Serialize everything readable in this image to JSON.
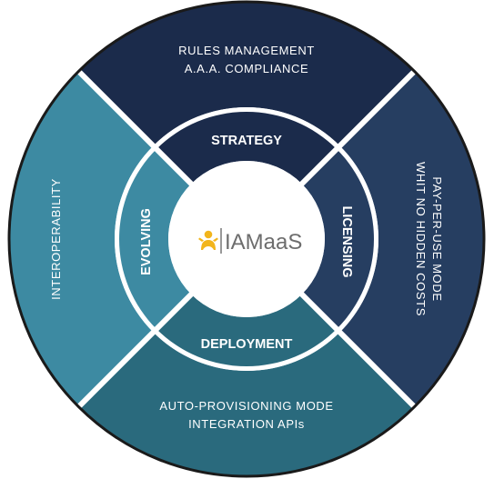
{
  "brand": {
    "name": "IAMaaS",
    "icon": "person-icon",
    "icon_color": "#f2b51c"
  },
  "outer_segments": {
    "top": {
      "lines": [
        "RULES MANAGEMENT",
        "A.A.A. COMPLIANCE"
      ],
      "color": "#1b2b4b"
    },
    "right": {
      "lines": [
        "PAY-PER-USE MODE",
        "WHIT NO HIDDEN COSTS"
      ],
      "color": "#263e61"
    },
    "bottom": {
      "lines": [
        "AUTO-PROVISIONING MODE",
        "INTEGRATION APIs"
      ],
      "color": "#2a6a7d"
    },
    "left": {
      "lines": [
        "INTEROPERABILITY"
      ],
      "color": "#3d8aa2"
    }
  },
  "inner_segments": {
    "top": {
      "label": "STRATEGY",
      "color": "#1b2b4b"
    },
    "right": {
      "label": "LICENSING",
      "color": "#263e61"
    },
    "bottom": {
      "label": "DEPLOYMENT",
      "color": "#2a6a7d"
    },
    "left": {
      "label": "EVOLVING",
      "color": "#3d8aa2"
    }
  },
  "colors": {
    "outline": "#1a1a1a",
    "divider": "#ffffff",
    "center": "#ffffff"
  }
}
